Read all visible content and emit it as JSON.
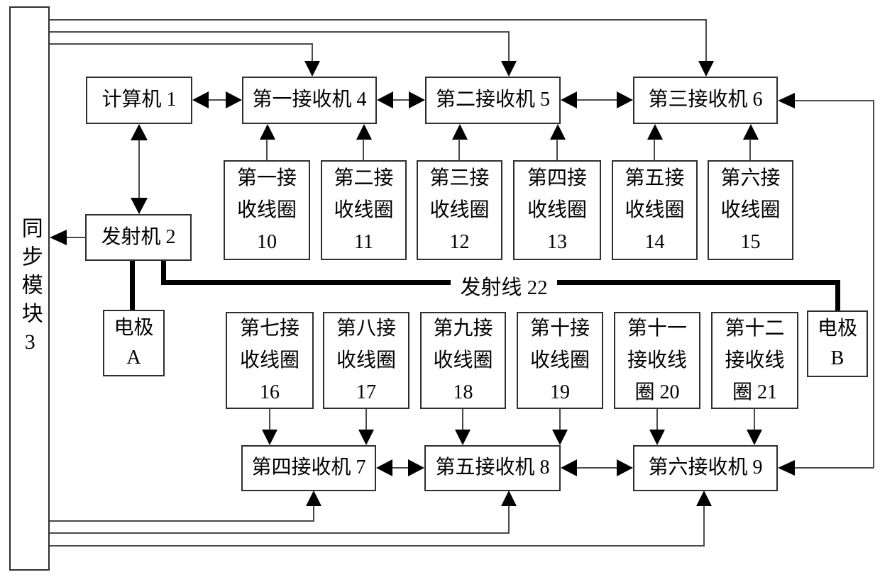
{
  "nodes": {
    "sync_module": "同步模块3",
    "computer": "计算机 1",
    "transmitter": "发射机 2",
    "transmit_line_label": "发射线 22",
    "electrode_a": [
      "电极",
      "A"
    ],
    "electrode_b": [
      "电极",
      "B"
    ],
    "receivers_top": [
      "第一接收机 4",
      "第二接收机 5",
      "第三接收机 6"
    ],
    "receivers_bottom": [
      "第四接收机 7",
      "第五接收机 8",
      "第六接收机 9"
    ],
    "coils_top": [
      [
        "第一接",
        "收线圈",
        "10"
      ],
      [
        "第二接",
        "收线圈",
        "11"
      ],
      [
        "第三接",
        "收线圈",
        "12"
      ],
      [
        "第四接",
        "收线圈",
        "13"
      ],
      [
        "第五接",
        "收线圈",
        "14"
      ],
      [
        "第六接",
        "收线圈",
        "15"
      ]
    ],
    "coils_bottom": [
      [
        "第七接",
        "收线圈",
        "16"
      ],
      [
        "第八接",
        "收线圈",
        "17"
      ],
      [
        "第九接",
        "收线圈",
        "18"
      ],
      [
        "第十接",
        "收线圈",
        "19"
      ],
      [
        "第十一",
        "接收线",
        "圈 20"
      ],
      [
        "第十二",
        "接收线",
        "圈 21"
      ]
    ],
    "line_color": "#4a4a4a",
    "thick_line_color": "#000000"
  }
}
